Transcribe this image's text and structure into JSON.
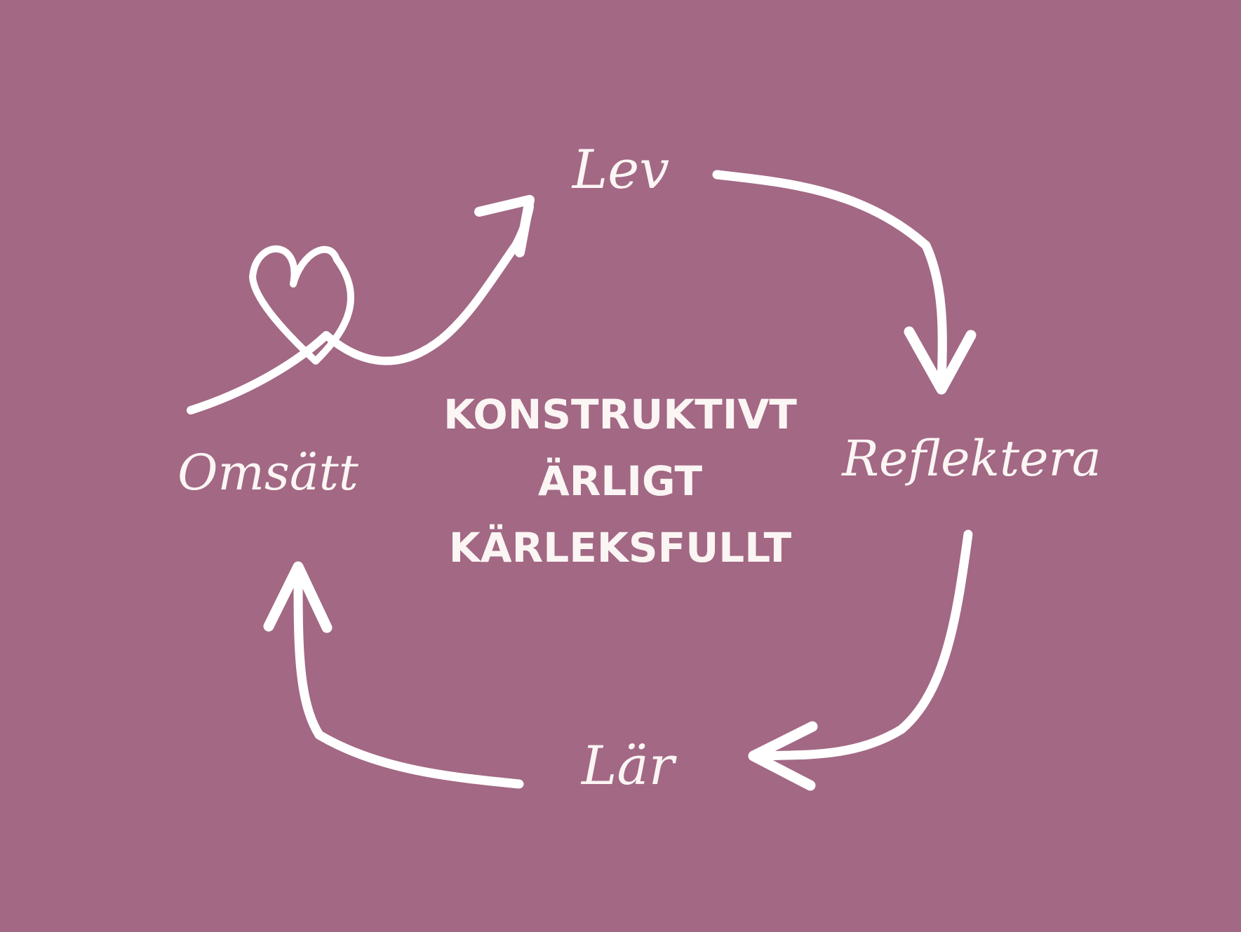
{
  "colors": {
    "background": "#a26884",
    "foreground": "#fbf5f4"
  },
  "cycle": {
    "stages": [
      {
        "id": "lev",
        "label": "Lev"
      },
      {
        "id": "reflektera",
        "label": "Reflektera"
      },
      {
        "id": "lar",
        "label": "Lär"
      },
      {
        "id": "omsatt",
        "label": "Omsätt"
      }
    ],
    "heart_icon": "heart-icon"
  },
  "center": {
    "lines": [
      "KONSTRUKTIVT",
      "ÄRLIGT",
      "KÄRLEKSFULLT"
    ]
  }
}
